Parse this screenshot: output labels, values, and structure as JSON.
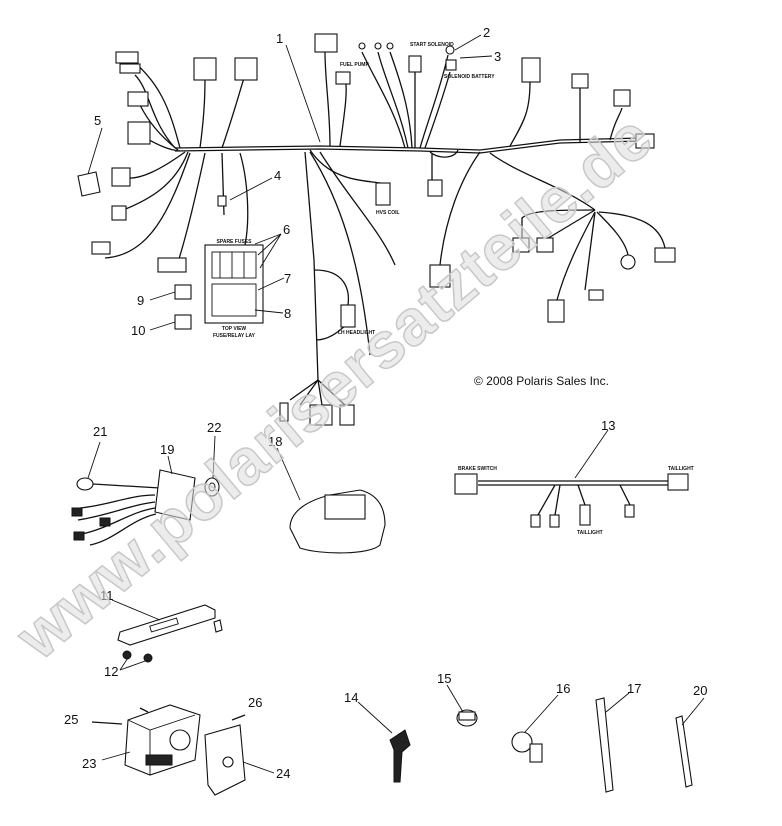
{
  "watermark": "www.polarisersatzteile.de",
  "copyright": "© 2008 Polaris Sales Inc.",
  "callouts": [
    "1",
    "2",
    "3",
    "4",
    "5",
    "6",
    "7",
    "8",
    "9",
    "10",
    "11",
    "12",
    "13",
    "14",
    "15",
    "16",
    "17",
    "18",
    "19",
    "20",
    "21",
    "22",
    "23",
    "24",
    "25",
    "26"
  ],
  "connector_labels": {
    "fuel_pump": "FUEL PUMP",
    "start_solenoid": "START SOLENOID",
    "solenoid_battery": "SOLENOID BATTERY",
    "hvs_coil": "HVS COIL",
    "spare_fuses": "SPARE FUSES",
    "top_view": "TOP VIEW",
    "fuse_relay": "FUSE/RELAY LAY",
    "lh_headlight": "LH HEADLIGHT",
    "harness_13_left": "BRAKE SWITCH",
    "harness_13_right": "TAILLIGHT",
    "harness_13_mid": "TAILLIGHT"
  }
}
